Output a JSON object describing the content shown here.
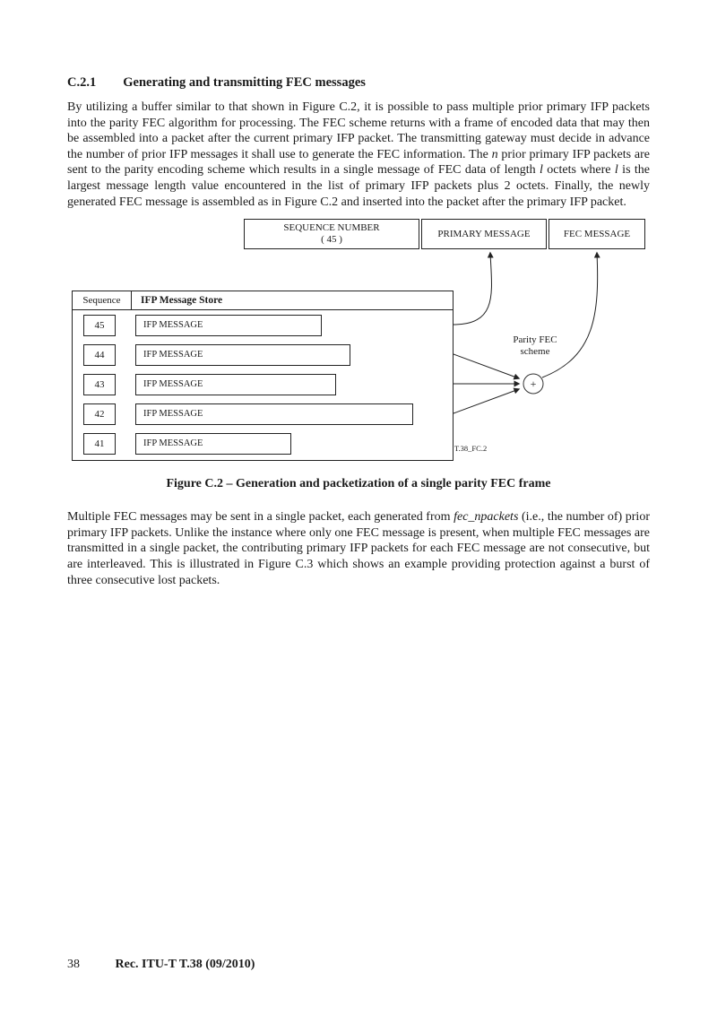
{
  "heading": {
    "number": "C.2.1",
    "title": "Generating and transmitting FEC messages"
  },
  "para1": {
    "p1": "By utilizing a buffer similar to that shown in Figure C.2, it is possible to pass multiple prior primary IFP packets into the parity FEC algorithm for processing. The FEC scheme returns with a frame of encoded data that may then be assembled into a packet after the current primary IFP packet. The transmitting gateway must decide in advance the number of prior IFP messages it shall use to generate the FEC information. The ",
    "i1": "n",
    "p2": " prior primary IFP packets are sent to the parity encoding scheme which results in a single message of FEC data of length ",
    "i2": "l",
    "p3": " octets where ",
    "i3": "l",
    "p4": " is the largest message length value encountered in the list of primary IFP packets plus 2 octets. Finally, the newly generated FEC message is assembled as in Figure C.2 and inserted into the packet after the primary IFP packet."
  },
  "figure": {
    "packet": {
      "seq_label": "SEQUENCE NUMBER",
      "seq_value": "( 45 )",
      "primary_label": "PRIMARY MESSAGE",
      "fec_label": "FEC MESSAGE"
    },
    "store": {
      "col_sequence": "Sequence",
      "col_title": "IFP Message Store",
      "rows": [
        {
          "seq": "45",
          "msg": "IFP MESSAGE"
        },
        {
          "seq": "44",
          "msg": "IFP MESSAGE"
        },
        {
          "seq": "43",
          "msg": "IFP MESSAGE"
        },
        {
          "seq": "42",
          "msg": "IFP MESSAGE"
        },
        {
          "seq": "41",
          "msg": "IFP MESSAGE"
        }
      ]
    },
    "parity_line1": "Parity FEC",
    "parity_line2": "scheme",
    "plus": "+",
    "figure_id": "T.38_FC.2"
  },
  "caption": "Figure C.2 – Generation and packetization of a single parity FEC frame",
  "para2": {
    "p1": "Multiple FEC messages may be sent in a single packet, each generated from ",
    "i1": "fec_npackets",
    "p2": " (i.e., the number of) prior primary IFP packets. Unlike the instance where only one FEC message is present, when multiple FEC messages are transmitted in a single packet, the contributing primary IFP packets for each FEC message are not consecutive, but are interleaved. This is illustrated in Figure C.3 which shows an example providing protection against a burst of three consecutive lost packets."
  },
  "footer": {
    "page_number": "38",
    "doc_ref": "Rec. ITU-T T.38 (09/2010)"
  }
}
